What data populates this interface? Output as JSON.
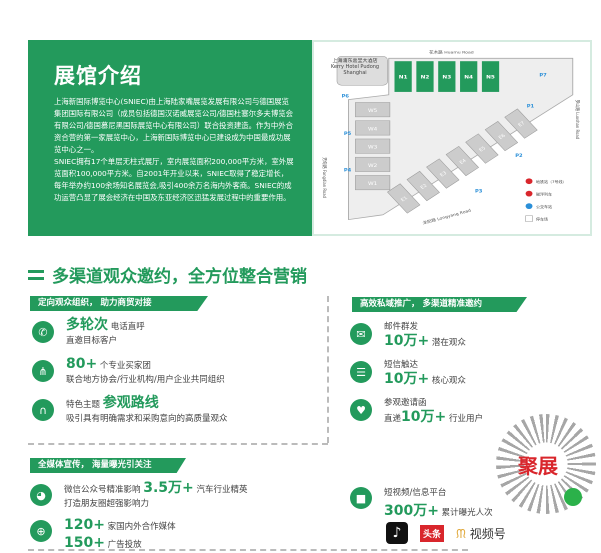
{
  "intro": {
    "title": "展馆介绍",
    "para1": "上海新国际博览中心(SNIEC)由上海陆家嘴展览发展有限公司与德国展览集团国际有限公司（成员包括德国汉诺威展览公司/德国杜塞尔多夫博览会有限公司/德国慕尼黑国际展览中心有限公司）联合投资建造。作为中外合资合营的第一家展览中心，上海新国际博览中心已建设成为中国最成功展览中心之一。",
    "para2": "SNIEC拥有17个单层无柱式展厅，室内展览面积200,000平方米，室外展览面积100,000平方米。自2001年开业以来，SNIEC取得了稳定增长，每年举办约100余场知名展览会,吸引400余万名海内外客商。SNIEC的成功运营凸显了展会经济在中国及东亚经济区迅猛发展过程中的重要作用。"
  },
  "map": {
    "road_top": "花木路 Huamu Road",
    "road_right": "罗山路 Luoshan Road",
    "road_left": "芳甸路 Fangdian Road",
    "road_bottom": "龙阳路 Longyang Road",
    "hotel": "上海浦东嘉里大酒店 Kerry Hotel Pudong Shanghai",
    "halls_n": [
      "N1",
      "N2",
      "N3",
      "N4",
      "N5"
    ],
    "halls_w": [
      "W5",
      "W4",
      "W3",
      "W2",
      "W1"
    ],
    "halls_e": [
      "E7",
      "E6",
      "E5",
      "E4",
      "E3",
      "E2",
      "E1"
    ],
    "parking": [
      "P1",
      "P2",
      "P3",
      "P4",
      "P5",
      "P6",
      "P7"
    ],
    "legend": [
      "地铁站（7号线）",
      "磁浮列车",
      "公交车站",
      "停车场"
    ]
  },
  "section_title": "多渠道观众邀约，全方位整合营销",
  "left": {
    "header": "定向观众组织， 助力商贸对接",
    "items": [
      {
        "big": "多轮次",
        "rest": "电话直呼",
        "line2": "直邀目标客户"
      },
      {
        "big": "80+",
        "rest": "个专业买家团",
        "line2": "联合地方协会/行业机构/用户企业共同组织"
      },
      {
        "pre": "特色主题",
        "big": "参观路线",
        "line2": "吸引具有明确需求和采购意向的高质量观众"
      }
    ]
  },
  "right": {
    "header": "高效私域推广， 多渠道精准邀约",
    "items": [
      {
        "line1": "邮件群发",
        "big": "10万+",
        "rest": "潜在观众"
      },
      {
        "line1": "短信触达",
        "big": "10万+",
        "rest": "核心观众"
      },
      {
        "line1": "参观邀请函",
        "pre": "直递",
        "big": "10万+",
        "rest": "行业用户"
      }
    ]
  },
  "media": {
    "header": "全媒体宣传， 海量曝光引关注",
    "wechat_pre": "微信公众号精准影响",
    "wechat_big": "3.5万+",
    "wechat_rest": "汽车行业精英",
    "wechat_line2": "打造朋友圈超强影响力",
    "media_big": "120+",
    "media_rest": "家国内外合作媒体",
    "ads_big": "150+",
    "ads_rest": "广告投放",
    "video_line1": "短视频/信息平台",
    "video_big": "300万+",
    "video_rest": "累计曝光人次",
    "toutiao": "头条",
    "shipinhao": "视频号"
  },
  "qr": {
    "label": "聚展"
  },
  "colors": {
    "green": "#239a5c",
    "red": "#d9262c"
  }
}
